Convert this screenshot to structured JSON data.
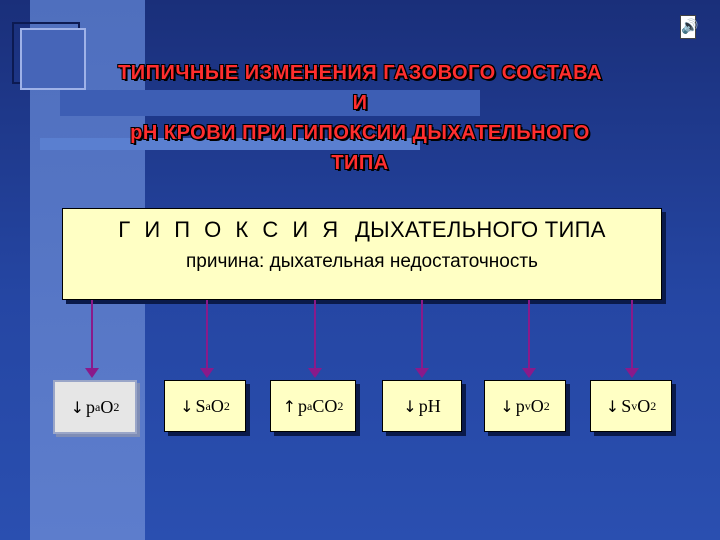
{
  "title": {
    "line1": "ТИПИЧНЫЕ  ИЗМЕНЕНИЯ ГАЗОВОГО СОСТАВА",
    "line2": "И",
    "line3": "рН КРОВИ ПРИ  ГИПОКСИИ  ДЫХАТЕЛЬНОГО",
    "line4": "ТИПА"
  },
  "main_box": {
    "heading_spaced": "Г И П О К С И Я",
    "heading_rest": "ДЫХАТЕЛЬНОГО  ТИПА",
    "cause": "причина: дыхательная недостаточность"
  },
  "parameters": [
    {
      "arrow": "↓",
      "base": "р",
      "sub": "а",
      "tail": " О",
      "tail_sub": "2"
    },
    {
      "arrow": "↓",
      "base": "S",
      "sub": "а",
      "tail": "О",
      "tail_sub": "2"
    },
    {
      "arrow": "↑",
      "base": "р",
      "sub": "а",
      "tail": "СО",
      "tail_sub": "2"
    },
    {
      "arrow": "↓",
      "base": " рН",
      "sub": "",
      "tail": "",
      "tail_sub": ""
    },
    {
      "arrow": "↓",
      "base": "р",
      "sub": "v",
      "tail": "О",
      "tail_sub": "2"
    },
    {
      "arrow": "↓",
      "base": "S",
      "sub": "v",
      "tail": "О",
      "tail_sub": "2"
    }
  ],
  "icons": {
    "speaker": "speaker-icon"
  },
  "colors": {
    "title": "#ff2e2e",
    "box": "#ffffc4",
    "arrow": "#8a1a8a",
    "background": "#1f3a8e"
  }
}
